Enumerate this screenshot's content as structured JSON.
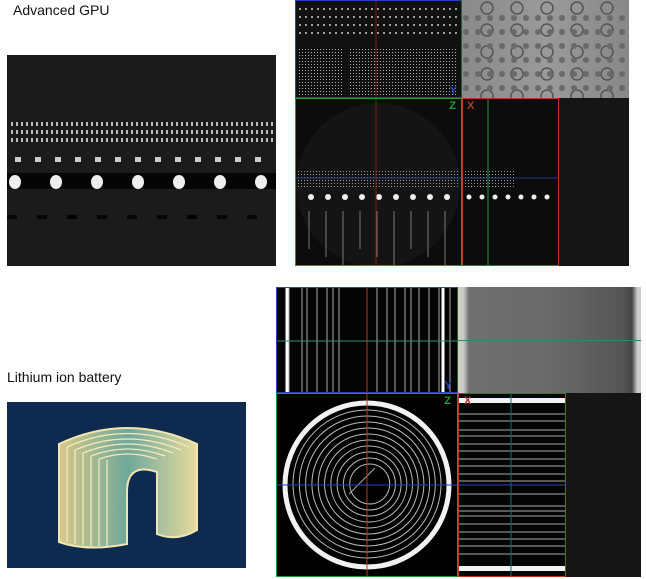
{
  "sections": [
    {
      "title": "Advanced GPU",
      "views": {
        "y": "Y",
        "z": "Z",
        "x": "X"
      }
    },
    {
      "title": "Lithium ion battery",
      "views": {
        "y": "Y",
        "z": "Z",
        "x": "X"
      }
    }
  ],
  "colors": {
    "y_axis": "#2a3fc0",
    "z_axis": "#1f9a3a",
    "x_axis": "#b83a1e",
    "battery_bg": "#0f2a4f"
  }
}
